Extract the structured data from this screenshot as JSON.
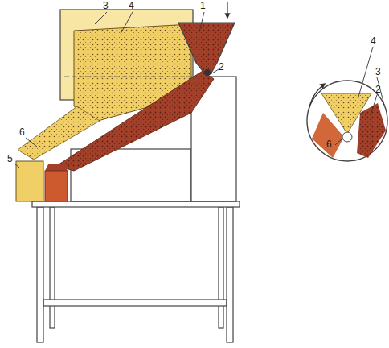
{
  "diagram": {
    "labels": [
      "3",
      "4",
      "1",
      "2",
      "6",
      "5",
      "4",
      "3",
      "2",
      "6"
    ]
  }
}
